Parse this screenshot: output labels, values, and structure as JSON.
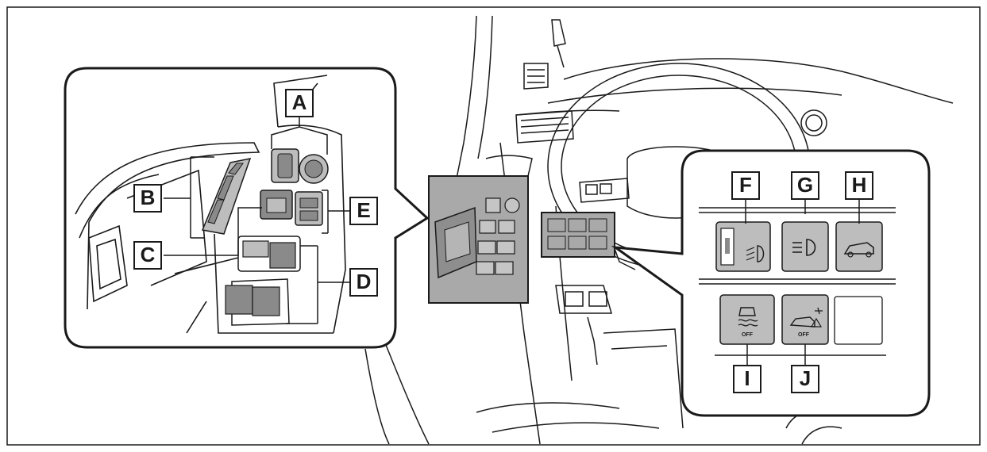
{
  "diagram": {
    "callouts": {
      "a": "A",
      "b": "B",
      "c": "C",
      "d": "D",
      "e": "E",
      "f": "F",
      "g": "G",
      "h": "H",
      "i": "I",
      "j": "J"
    },
    "button_text": {
      "off_i": "OFF",
      "off_j": "OFF"
    },
    "colors": {
      "line": "#1a1a1a",
      "highlight_fill": "#a9a9a9",
      "button_fill": "#bdbdbd",
      "button_dark": "#8a8a8a"
    }
  }
}
